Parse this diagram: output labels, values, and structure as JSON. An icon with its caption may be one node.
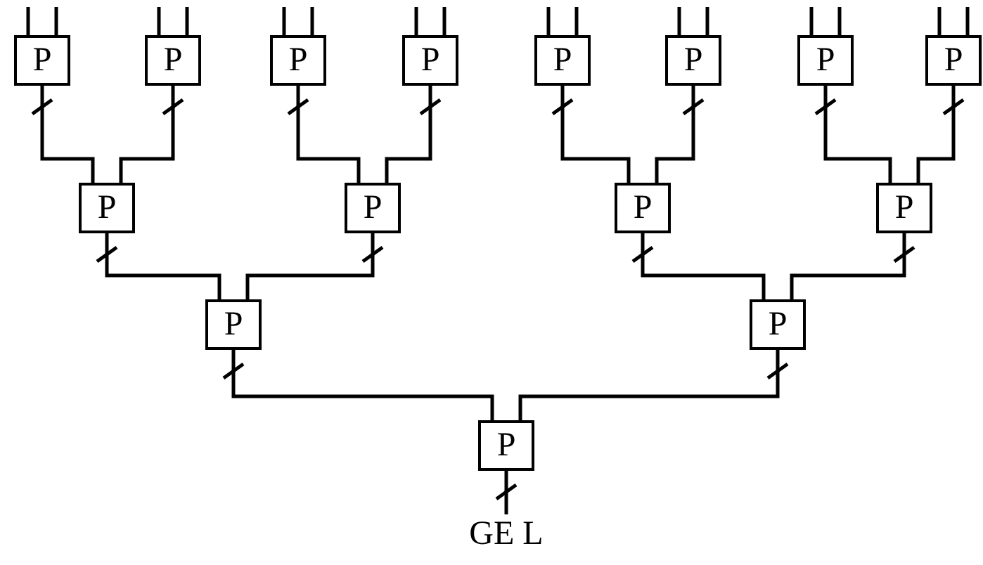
{
  "diagram": {
    "nodes": [
      {
        "text": [
          "P"
        ]
      },
      {
        "text": [
          "P"
        ]
      },
      {
        "text": [
          "P"
        ]
      },
      {
        "text": [
          "P"
        ]
      },
      {
        "text": [
          "P"
        ]
      },
      {
        "text": [
          "P"
        ]
      },
      {
        "text": [
          "P"
        ]
      },
      {
        "text": [
          "P"
        ]
      },
      {
        "text": [
          "P"
        ]
      },
      {
        "text": [
          "P"
        ]
      },
      {
        "text": [
          "P"
        ]
      },
      {
        "text": [
          "P"
        ]
      },
      {
        "text": [
          "P"
        ]
      },
      {
        "text": [
          "P"
        ]
      },
      {
        "text": [
          "P"
        ]
      },
      {
        "text": [
          "GE L"
        ]
      }
    ],
    "edges": [
      {
        "from": null,
        "to": 0,
        "arrow": "none"
      },
      {
        "from": null,
        "to": 0,
        "arrow": "none"
      },
      {
        "from": null,
        "to": 1,
        "arrow": "none"
      },
      {
        "from": null,
        "to": 1,
        "arrow": "none"
      },
      {
        "from": null,
        "to": 2,
        "arrow": "none"
      },
      {
        "from": null,
        "to": 2,
        "arrow": "none"
      },
      {
        "from": null,
        "to": 3,
        "arrow": "none"
      },
      {
        "from": null,
        "to": 3,
        "arrow": "none"
      },
      {
        "from": null,
        "to": 4,
        "arrow": "none"
      },
      {
        "from": null,
        "to": 4,
        "arrow": "none"
      },
      {
        "from": null,
        "to": 5,
        "arrow": "none"
      },
      {
        "from": null,
        "to": 5,
        "arrow": "none"
      },
      {
        "from": null,
        "to": 6,
        "arrow": "none"
      },
      {
        "from": null,
        "to": 6,
        "arrow": "none"
      },
      {
        "from": null,
        "to": 7,
        "arrow": "none"
      },
      {
        "from": null,
        "to": 7,
        "arrow": "none"
      },
      {
        "from": 0,
        "to": 8,
        "arrow": "none"
      },
      {
        "from": 1,
        "to": 8,
        "arrow": "none"
      },
      {
        "from": 2,
        "to": 9,
        "arrow": "none"
      },
      {
        "from": 3,
        "to": 9,
        "arrow": "none"
      },
      {
        "from": 4,
        "to": 10,
        "arrow": "none"
      },
      {
        "from": 5,
        "to": 10,
        "arrow": "none"
      },
      {
        "from": 6,
        "to": 11,
        "arrow": "none"
      },
      {
        "from": 7,
        "to": 11,
        "arrow": "none"
      },
      {
        "from": 8,
        "to": 12,
        "arrow": "none"
      },
      {
        "from": 9,
        "to": 12,
        "arrow": "none"
      },
      {
        "from": 10,
        "to": 13,
        "arrow": "none"
      },
      {
        "from": 11,
        "to": 13,
        "arrow": "none"
      },
      {
        "from": 12,
        "to": 14,
        "arrow": "none"
      },
      {
        "from": 13,
        "to": 14,
        "arrow": "none"
      },
      {
        "from": 14,
        "to": 15,
        "arrow": "none"
      }
    ]
  }
}
